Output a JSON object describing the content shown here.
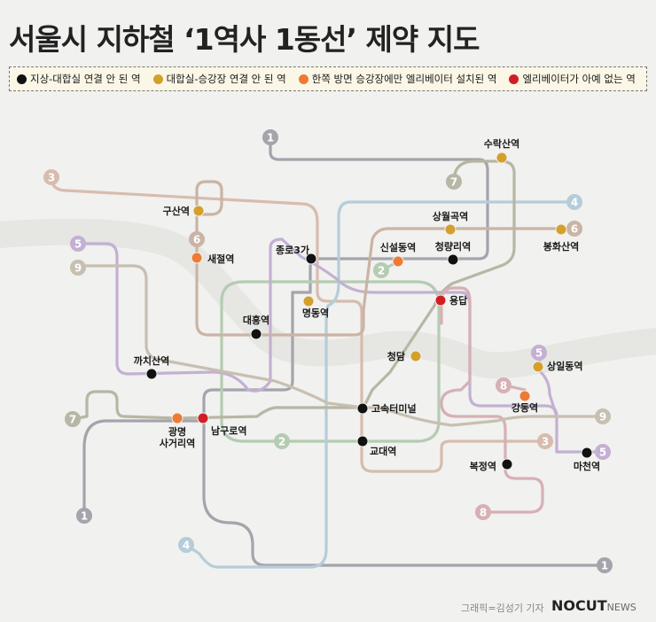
{
  "title": "서울시 지하철 ‘1역사 1동선’ 제약 지도",
  "legend": [
    {
      "label": "지상-대합실 연결 안 된 역",
      "color": "#111111"
    },
    {
      "label": "대합실-승강장 연결 안 된 역",
      "color": "#d4a02a"
    },
    {
      "label": "한쪽 방면 승강장에만 엘리베이터 설치된 역",
      "color": "#ee7a33"
    },
    {
      "label": "엘리베이터가 아예 없는 역",
      "color": "#d01f24"
    }
  ],
  "line_colors": {
    "1": "#a5a3ab",
    "2": "#b4ccb2",
    "3": "#d7bcad",
    "4": "#b5cdd9",
    "5": "#c3b0d2",
    "6": "#c9b4a5",
    "7": "#b8b6a4",
    "8": "#d6b0b5",
    "9": "#c7bfb1"
  },
  "line_badges": [
    {
      "line": "1",
      "label": "1"
    },
    {
      "line": "1",
      "label": "1"
    },
    {
      "line": "1",
      "label": "1"
    },
    {
      "line": "2",
      "label": "2"
    },
    {
      "line": "2",
      "label": "2"
    },
    {
      "line": "3",
      "label": "3"
    },
    {
      "line": "3",
      "label": "3"
    },
    {
      "line": "4",
      "label": "4"
    },
    {
      "line": "4",
      "label": "4"
    },
    {
      "line": "5",
      "label": "5"
    },
    {
      "line": "5",
      "label": "5"
    },
    {
      "line": "5",
      "label": "5"
    },
    {
      "line": "6",
      "label": "6"
    },
    {
      "line": "6",
      "label": "6"
    },
    {
      "line": "7",
      "label": "7"
    },
    {
      "line": "7",
      "label": "7"
    },
    {
      "line": "8",
      "label": "8"
    },
    {
      "line": "8",
      "label": "8"
    },
    {
      "line": "9",
      "label": "9"
    },
    {
      "line": "9",
      "label": "9"
    }
  ],
  "stations": [
    {
      "name": "수락산역",
      "category": "대합실-승강장 연결 안 된 역"
    },
    {
      "name": "상월곡역",
      "category": "대합실-승강장 연결 안 된 역"
    },
    {
      "name": "봉화산역",
      "category": "대합실-승강장 연결 안 된 역"
    },
    {
      "name": "구산역",
      "category": "대합실-승강장 연결 안 된 역"
    },
    {
      "name": "새절역",
      "category": "한쪽 방면 승강장에만 엘리베이터 설치된 역"
    },
    {
      "name": "종로3가",
      "category": "지상-대합실 연결 안 된 역"
    },
    {
      "name": "신설동역",
      "category": "한쪽 방면 승강장에만 엘리베이터 설치된 역"
    },
    {
      "name": "청량리역",
      "category": "지상-대합실 연결 안 된 역"
    },
    {
      "name": "명동역",
      "category": "대합실-승강장 연결 안 된 역"
    },
    {
      "name": "용답",
      "category": "엘리베이터가 아예 없는 역"
    },
    {
      "name": "대흥역",
      "category": "지상-대합실 연결 안 된 역"
    },
    {
      "name": "청담",
      "category": "대합실-승강장 연결 안 된 역"
    },
    {
      "name": "상일동역",
      "category": "대합실-승강장 연결 안 된 역"
    },
    {
      "name": "까치산역",
      "category": "지상-대합실 연결 안 된 역"
    },
    {
      "name": "강동역",
      "category": "한쪽 방면 승강장에만 엘리베이터 설치된 역"
    },
    {
      "name": "고속터미널",
      "category": "지상-대합실 연결 안 된 역"
    },
    {
      "name": "광명\n사거리역",
      "category": "한쪽 방면 승강장에만 엘리베이터 설치된 역"
    },
    {
      "name": "남구로역",
      "category": "엘리베이터가 아예 없는 역"
    },
    {
      "name": "교대역",
      "category": "지상-대합실 연결 안 된 역"
    },
    {
      "name": "마천역",
      "category": "지상-대합실 연결 안 된 역"
    },
    {
      "name": "복정역",
      "category": "지상-대합실 연결 안 된 역"
    }
  ],
  "credit": "그래픽=김성기 기자",
  "brand": {
    "main": "NOCUT",
    "sub": "NEWS"
  }
}
